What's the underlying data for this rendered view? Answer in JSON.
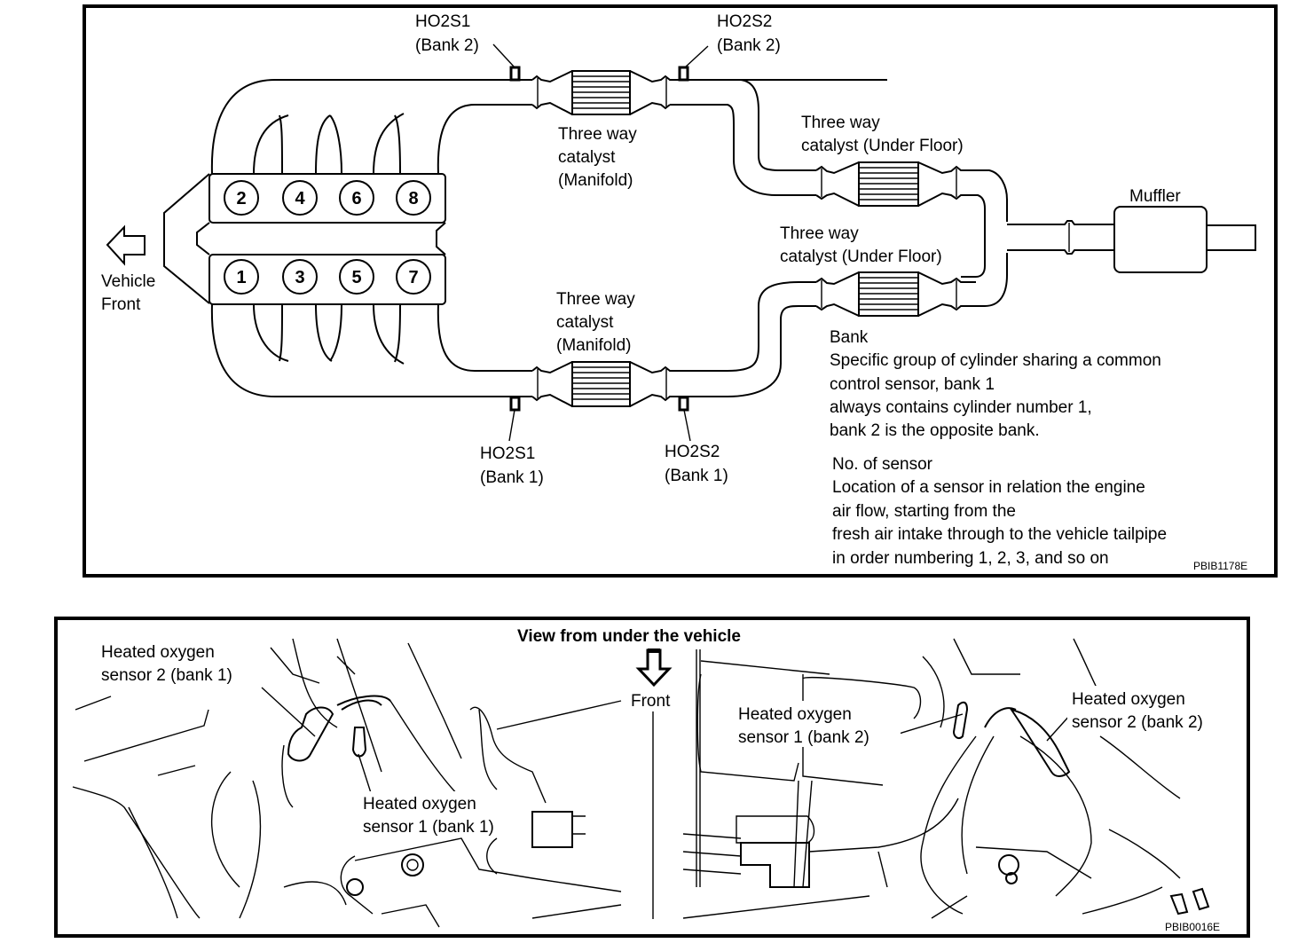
{
  "top_diagram": {
    "sensors": {
      "ho2s1_bank2": {
        "name": "HO2S1",
        "bank": "(Bank 2)"
      },
      "ho2s2_bank2": {
        "name": "HO2S2",
        "bank": "(Bank 2)"
      },
      "ho2s1_bank1": {
        "name": "HO2S1",
        "bank": "(Bank 1)"
      },
      "ho2s2_bank1": {
        "name": "HO2S2",
        "bank": "(Bank 1)"
      }
    },
    "cylinders_bank2": [
      "2",
      "4",
      "6",
      "8"
    ],
    "cylinders_bank1": [
      "1",
      "3",
      "5",
      "7"
    ],
    "vehicle_front": [
      "Vehicle",
      "Front"
    ],
    "catalyst_manifold_upper": [
      "Three way",
      "catalyst",
      "(Manifold)"
    ],
    "catalyst_manifold_lower": [
      "Three way",
      "catalyst",
      "(Manifold)"
    ],
    "catalyst_underfloor_upper": [
      "Three way",
      "catalyst (Under Floor)"
    ],
    "catalyst_underfloor_lower": [
      "Three way",
      "catalyst (Under Floor)"
    ],
    "muffler": "Muffler",
    "bank_definition": {
      "title": "Bank",
      "lines": [
        "Specific group of cylinder sharing a common",
        "control sensor, bank 1",
        "always contains cylinder number 1,",
        "bank 2 is the opposite bank."
      ]
    },
    "sensor_number_definition": {
      "title": "No. of sensor",
      "lines": [
        "Location of a sensor in relation the engine",
        "air flow, starting from the",
        "fresh air intake through to the vehicle tailpipe",
        "in order numbering 1, 2, 3, and so on"
      ]
    },
    "figure_code": "PBIB1178E"
  },
  "bottom_diagram": {
    "title": "View from under the vehicle",
    "front_label": "Front",
    "labels": {
      "s2_bank1": [
        "Heated oxygen",
        "sensor 2 (bank 1)"
      ],
      "s1_bank1": [
        "Heated oxygen",
        "sensor 1 (bank 1)"
      ],
      "s1_bank2": [
        "Heated oxygen",
        "sensor 1 (bank 2)"
      ],
      "s2_bank2": [
        "Heated oxygen",
        "sensor 2 (bank 2)"
      ]
    },
    "figure_code": "PBIB0016E"
  }
}
